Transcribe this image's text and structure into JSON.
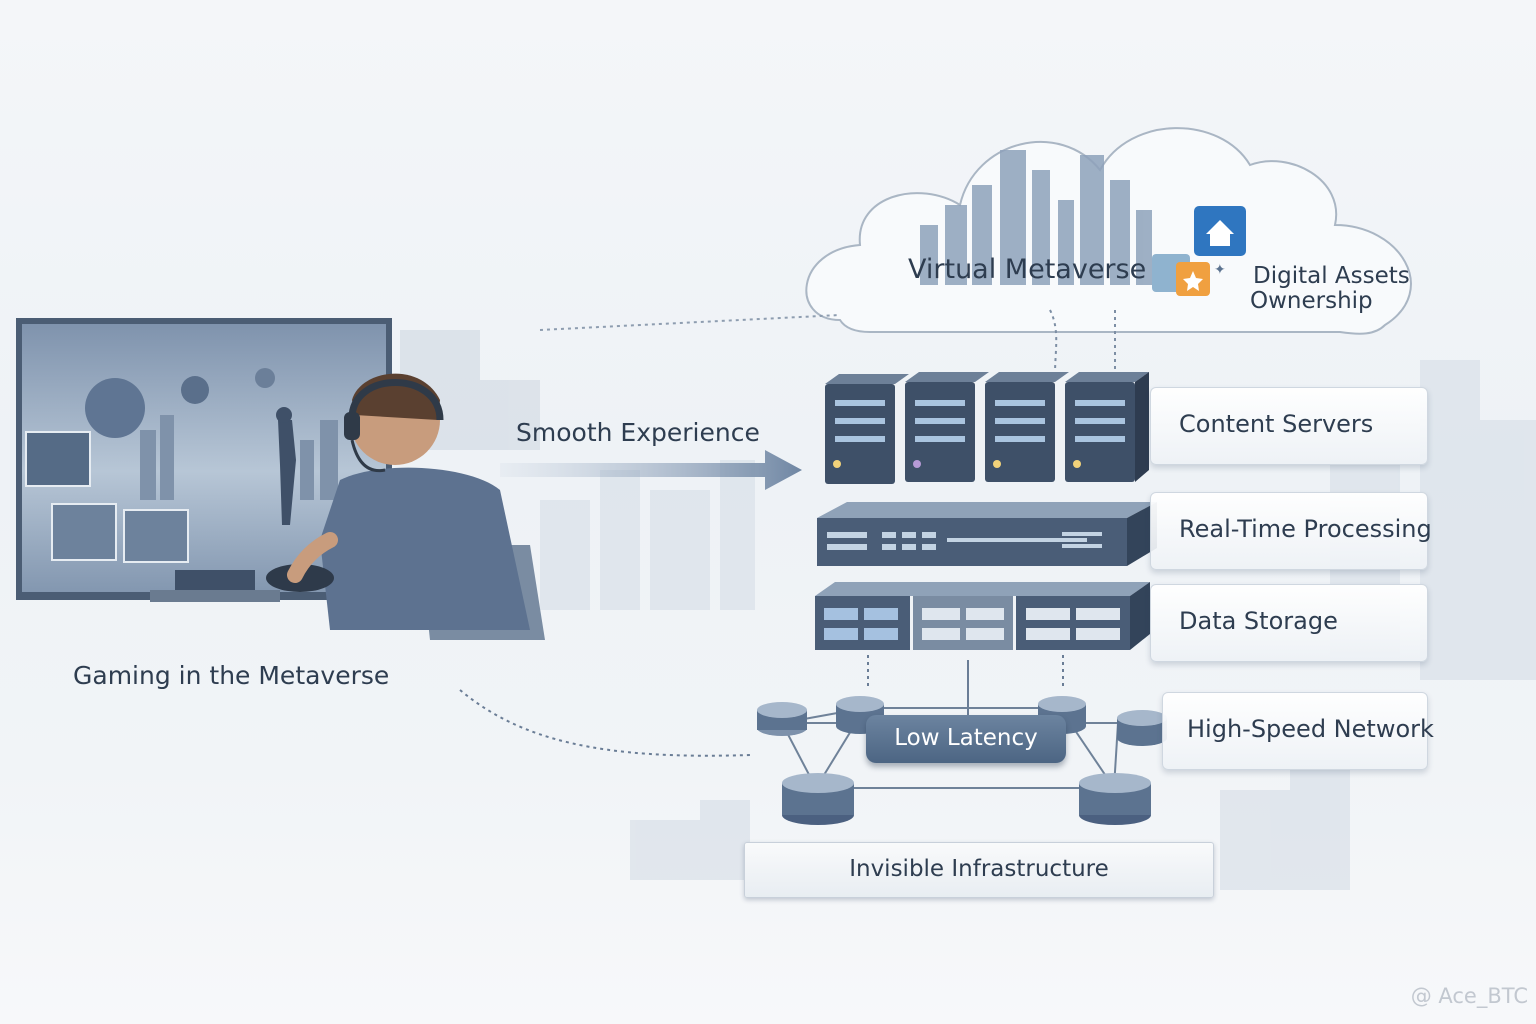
{
  "cloud": {
    "title": "Virtual Metaverse",
    "assets_line1": "Digital Assets",
    "assets_line2": "Ownership"
  },
  "flow": {
    "label": "Smooth Experience"
  },
  "player": {
    "caption": "Gaming in the Metaverse"
  },
  "layers": {
    "content": "Content Servers",
    "processing": "Real-Time Processing",
    "storage": "Data Storage",
    "network": "High-Speed Network",
    "latency": "Low Latency",
    "base": "Invisible Infrastructure"
  },
  "watermark": "@ Ace_BTC",
  "icons": [
    "home-icon",
    "folder-icon",
    "star-icon",
    "controller-icon",
    "headset-icon"
  ],
  "colors": {
    "accent": "#2f76c0",
    "server": "#3e5068",
    "slate": "#5c7390",
    "folder": "#f0a040"
  }
}
